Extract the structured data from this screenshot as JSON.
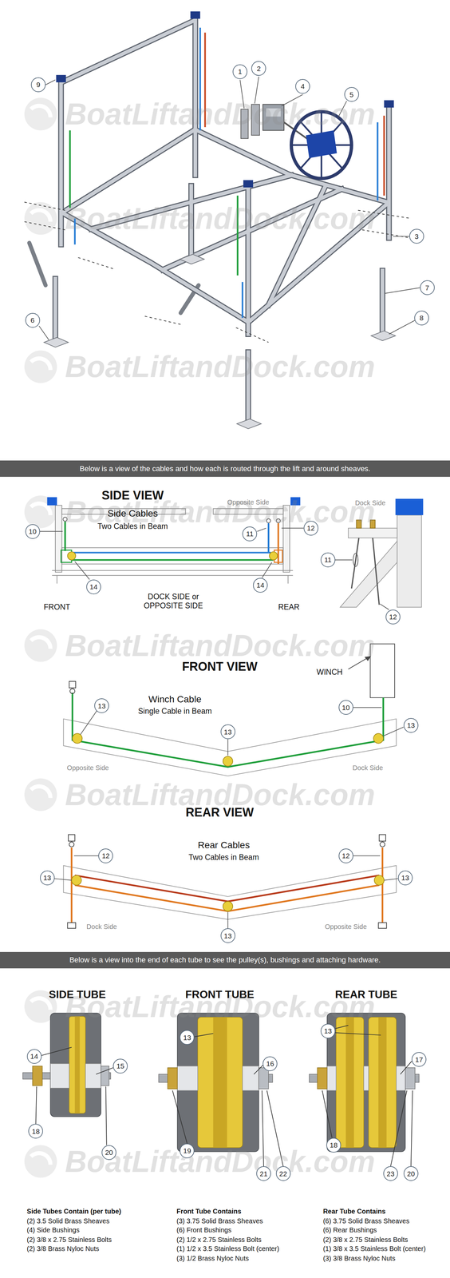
{
  "diagram": {
    "nodes": [
      {
        "text": [
          "Below is a view of the cables and how each is routed through the lift and around sheaves."
        ]
      },
      {
        "text": [
          "Below is a view into the end of each tube to see the pulley(s), bushings and attaching hardware."
        ]
      }
    ],
    "labels": [
      "BoatLiftandDock.com",
      "BoatLiftandDock.com",
      "BoatLiftandDock.com",
      "1",
      "2",
      "4",
      "5",
      "9",
      "3",
      "7",
      "8",
      "6",
      "BoatLiftandDock.com",
      "SIDE VIEW",
      "Side Cables",
      "Two Cables in Beam",
      "Opposite Side",
      "Dock Side",
      "10",
      "11",
      "12",
      "11",
      "12",
      "14",
      "14",
      "DOCK SIDE or OPPOSITE SIDE",
      "FRONT",
      "REAR",
      "BoatLiftandDock.com",
      "FRONT VIEW",
      "WINCH",
      "Winch Cable",
      "Single Cable in Beam",
      "10",
      "13",
      "13",
      "13",
      "Opposite Side",
      "Dock Side",
      "BoatLiftandDock.com",
      "REAR VIEW",
      "Rear Cables",
      "Two Cables in Beam",
      "12",
      "12",
      "13",
      "13",
      "13",
      "Dock Side",
      "Opposite Side",
      "BoatLiftandDock.com",
      "BoatLiftandDock.com",
      "SIDE TUBE",
      "FRONT TUBE",
      "REAR TUBE",
      "14",
      "15",
      "18",
      "20",
      "13",
      "16",
      "19",
      "21",
      "22",
      "13",
      "17",
      "18",
      "23",
      "20",
      "Side Tubes Contain (per tube)",
      "(2) 3.5 Solid Brass Sheaves",
      "(4) Side Bushings",
      "(2) 3/8 x 2.75 Stainless Bolts",
      "(2) 3/8 Brass Nyloc Nuts",
      "Front Tube Contains",
      "(3) 3.75 Solid Brass Sheaves",
      "(6) Front Bushings",
      "(2) 1/2 x 2.75 Stainless Bolts",
      "(1) 1/2 x 3.5 Stainless Bolt (center)",
      "(3) 1/2 Brass Nyloc Nuts",
      "Rear Tube Contains",
      "(6) 3.75 Solid Brass Sheaves",
      "(6) Rear Bushings",
      "(2) 3/8 x 2.75 Stainless Bolts",
      "(1) 3/8 x 3.5 Stainless Bolt (center)",
      "(3) 3/8 Brass Nyloc Nuts"
    ]
  }
}
